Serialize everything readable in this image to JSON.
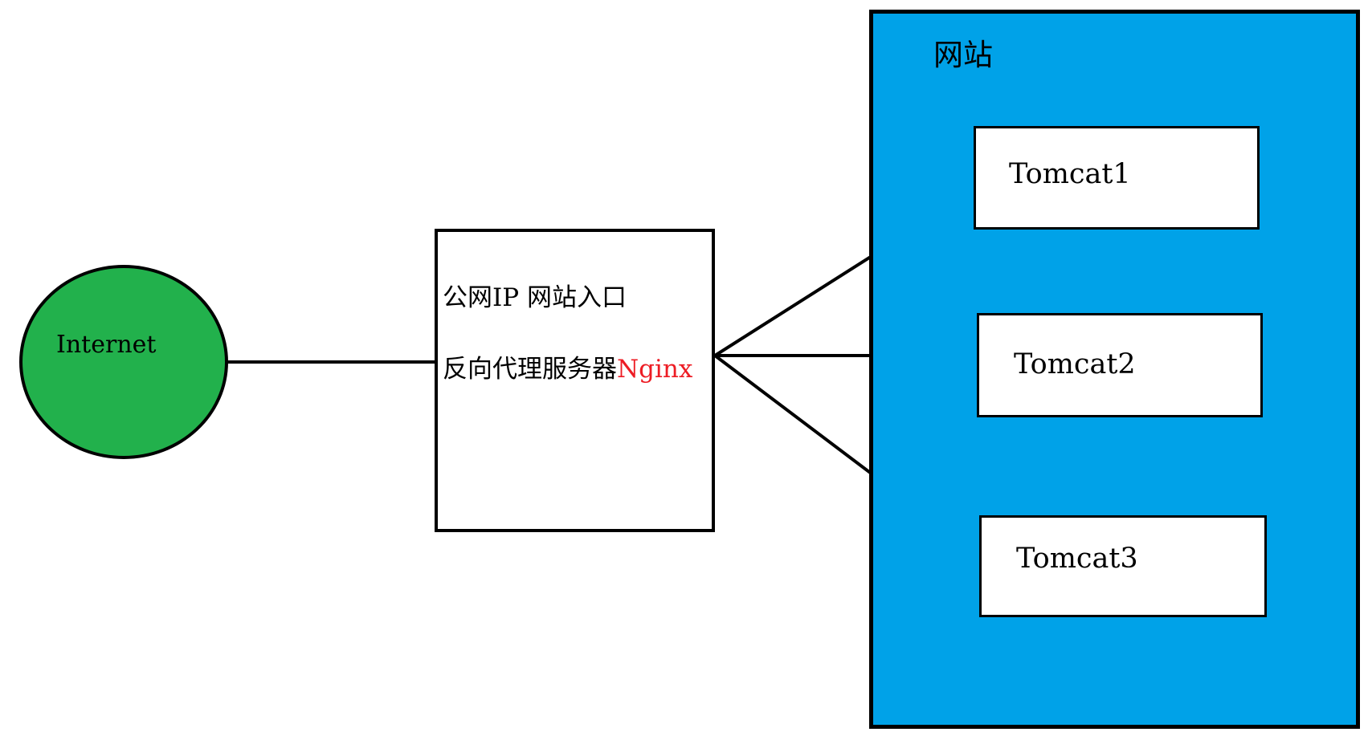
{
  "colors": {
    "internet_fill": "#22b14c",
    "site_fill": "#00a2e8",
    "nginx_text": "#ed1c24",
    "stroke": "#000000",
    "box_fill": "#ffffff"
  },
  "internet": {
    "label": "Internet"
  },
  "proxy": {
    "line1": "公网IP 网站入口",
    "line2_prefix": "反向代理服务器",
    "line2_highlight": "Nginx"
  },
  "website": {
    "label": "网站",
    "servers": [
      {
        "label": "Tomcat1"
      },
      {
        "label": "Tomcat2"
      },
      {
        "label": "Tomcat3"
      }
    ]
  }
}
